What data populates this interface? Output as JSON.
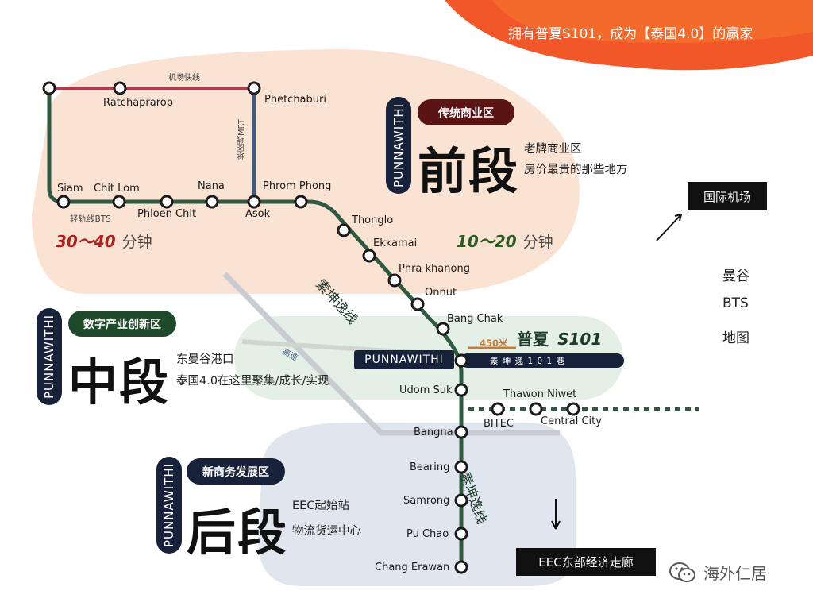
{
  "header": {
    "banner_text": "拥有普夏S101，成为【泰国4.0】的赢家"
  },
  "lines": {
    "airport_link": "机场快线",
    "mrt": "地图线MRT",
    "bts": "轻轨线BTS",
    "sukhumvit_upper": "素坤逸线",
    "sukhumvit_lower": "素坤逸线",
    "expressway": "高速"
  },
  "stations": {
    "ratchaprarop": "Ratchaprarop",
    "phetchaburi": "Phetchaburi",
    "siam": "Siam",
    "chit_lom": "Chit Lom",
    "phloen_chit": "Phloen Chit",
    "nana": "Nana",
    "asok": "Asok",
    "phrom_phong": "Phrom Phong",
    "thonglo": "Thonglo",
    "ekkamai": "Ekkamai",
    "phra_khanong": "Phra khanong",
    "onnut": "Onnut",
    "bang_chak": "Bang Chak",
    "punnawithi": "PUNNAWITHI",
    "udom_suk": "Udom Suk",
    "bangna": "Bangna",
    "bearing": "Bearing",
    "samrong": "Samrong",
    "pu_chao": "Pu Chao",
    "chang_erawan": "Chang Erawan",
    "bitec": "BITEC",
    "thawon_niwet": "Thawon Niwet",
    "central_city": "Central City"
  },
  "zones": {
    "front": {
      "badge": "PUNNAWITHI",
      "pill": "传统商业区",
      "title": "前段",
      "desc1": "老牌商业区",
      "desc2": "房价最贵的那些地方",
      "time_value": "10～20",
      "time_unit": "分钟"
    },
    "middle": {
      "badge": "PUNNAWITHI",
      "pill": "数字产业创新区",
      "title": "中段",
      "desc1": "东曼谷港口",
      "desc2": "泰国4.0在这里聚集/成长/实现"
    },
    "back": {
      "badge": "PUNNAWITHI",
      "pill": "新商务发展区",
      "title": "后段",
      "desc1": "EEC起始站",
      "desc2": "物流货运中心"
    },
    "left_time_value": "30～40",
    "left_time_unit": "分钟"
  },
  "project": {
    "distance": "450米",
    "name": "普夏",
    "code": "S101",
    "street": "素 坤 逸 1 0 1 巷"
  },
  "callouts": {
    "airport": "国际机场",
    "eec": "EEC东部经济走廊"
  },
  "legend": [
    "曼谷",
    "BTS",
    "地图"
  ],
  "watermark": "海外仁居",
  "colors": {
    "orange": "#f04d1b",
    "peach": "#fbe3d3",
    "mint": "#e4f0e6",
    "slate": "#e1e6ee",
    "green_line": "#2d5a40",
    "airport_line": "#b43a4f",
    "mrt_line": "#3a5a8c",
    "maroon": "#5a1414",
    "dark_green": "#1e4a2a",
    "navy": "#18213a"
  }
}
